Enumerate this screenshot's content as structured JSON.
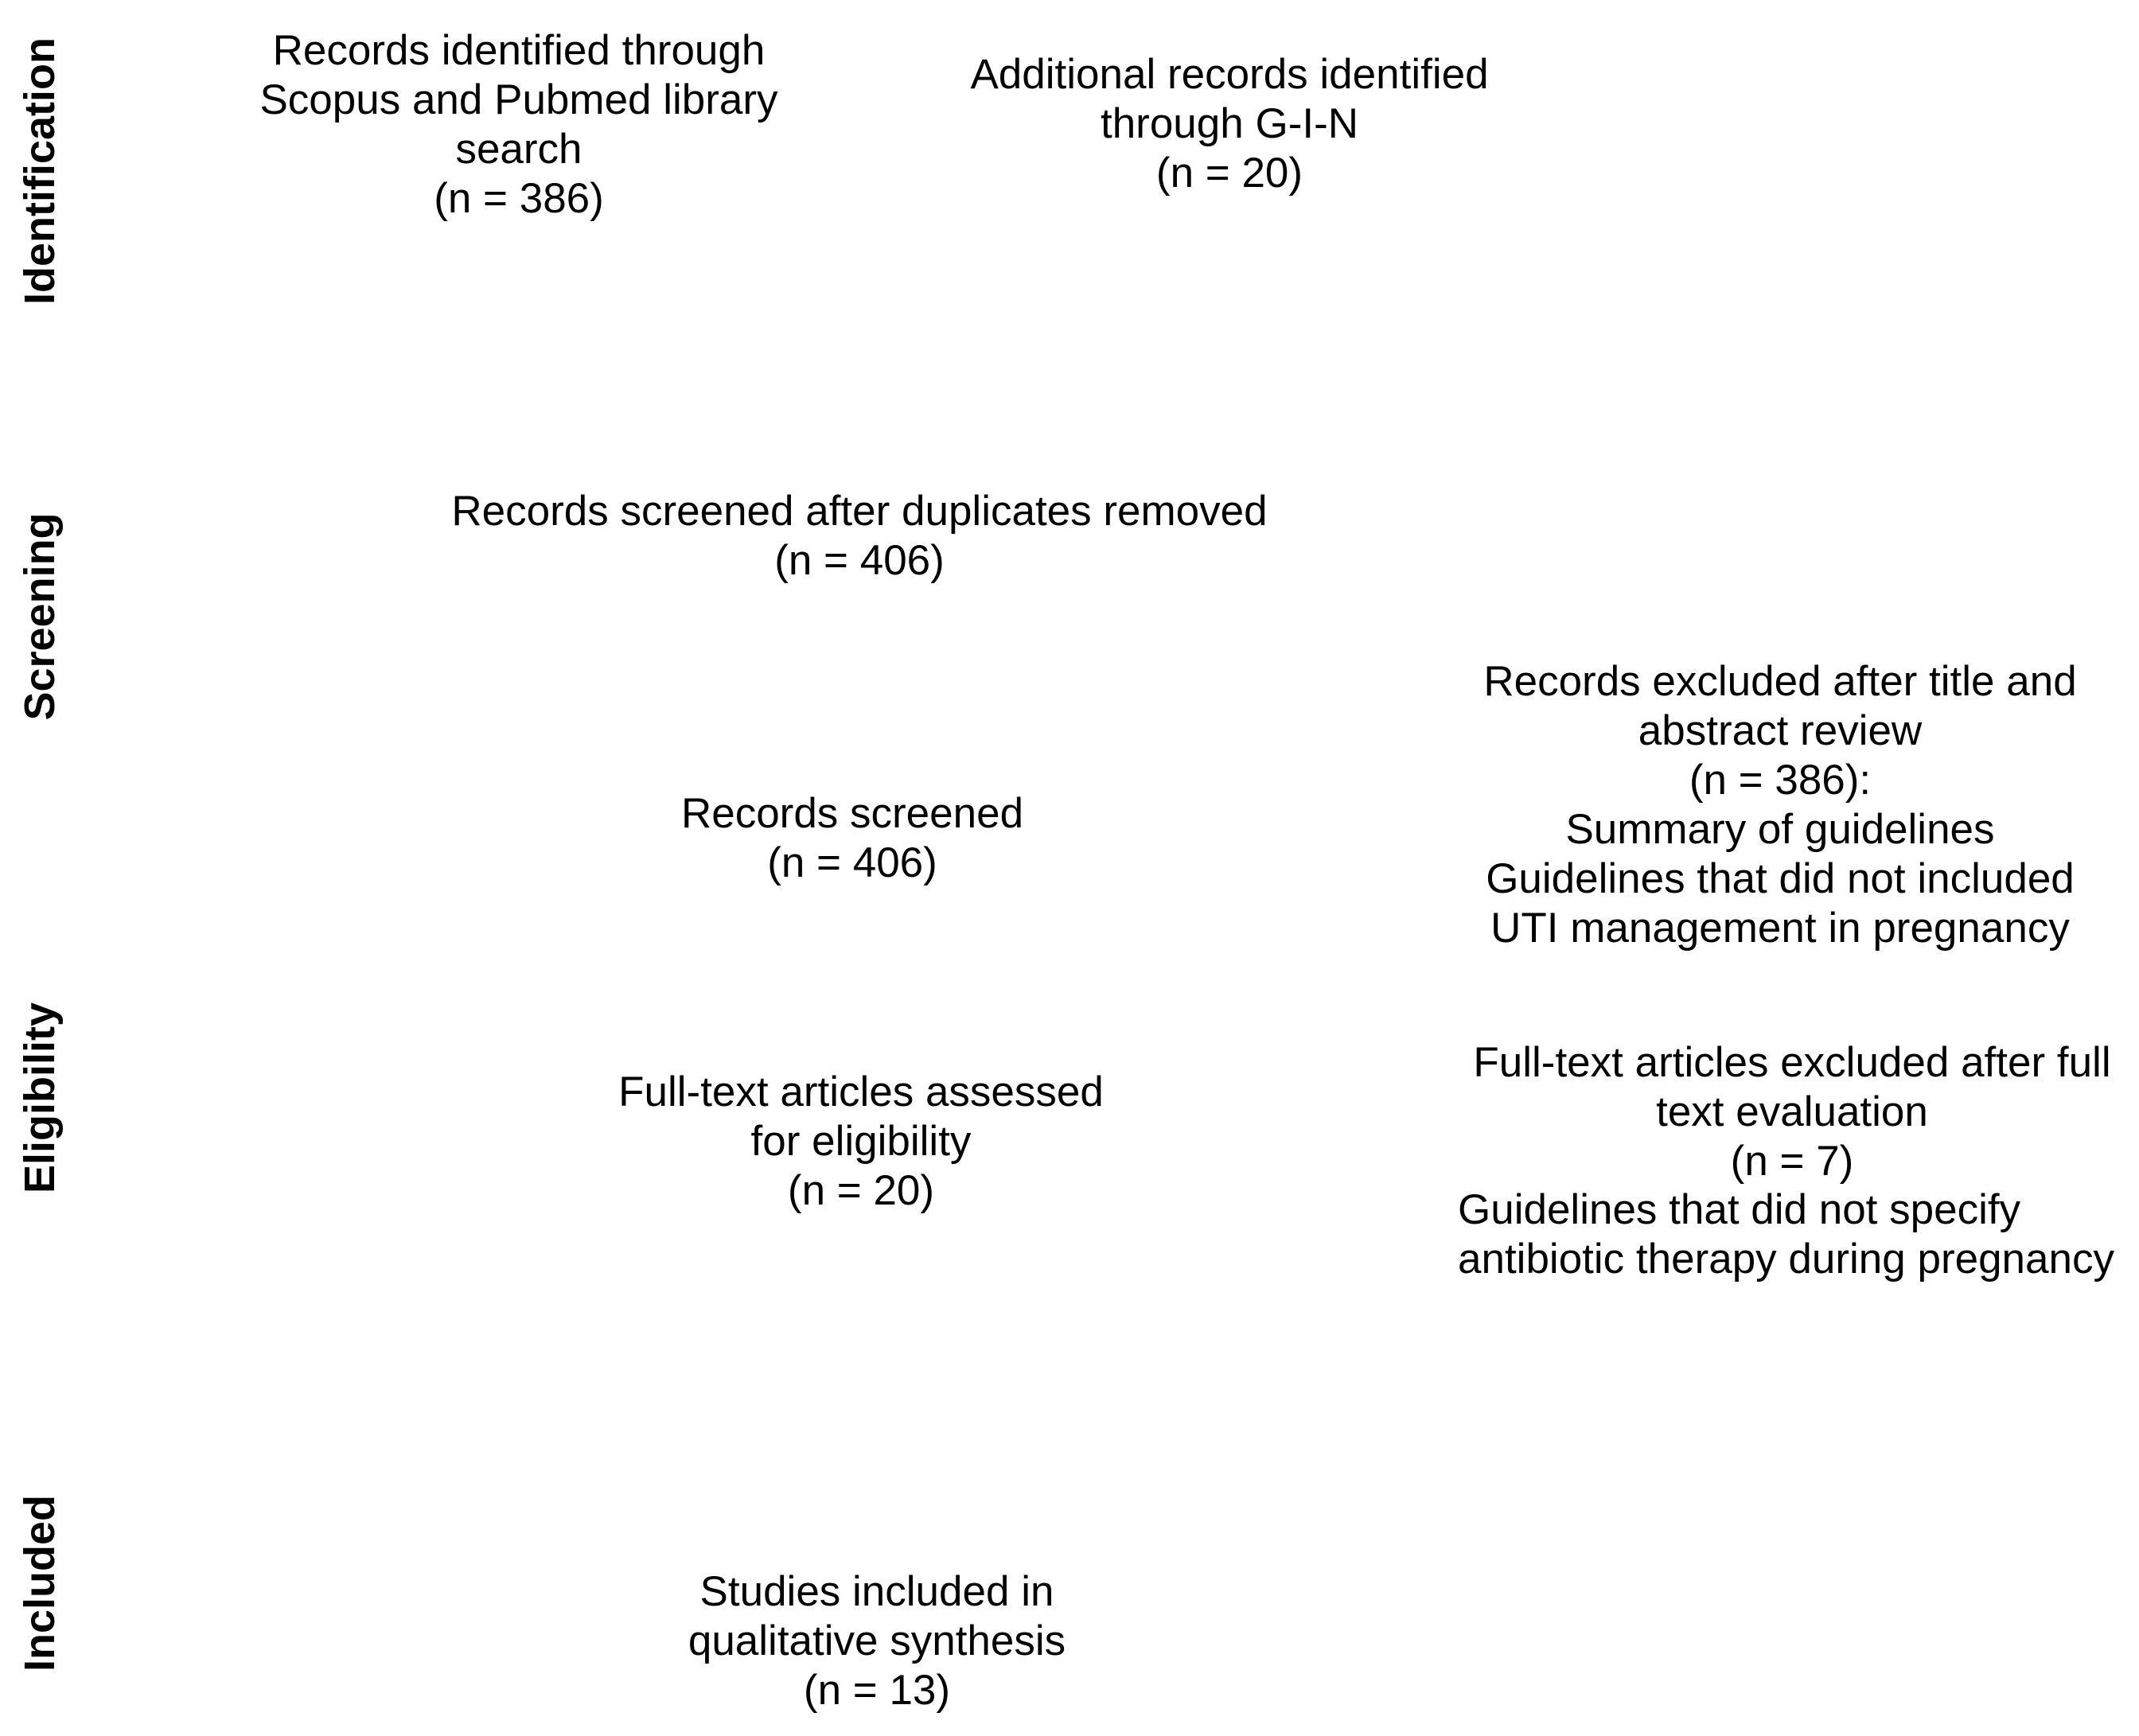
{
  "phases": {
    "identification": "Identification",
    "screening": "Screening",
    "eligibility": "Eligibility",
    "included": "Included"
  },
  "boxes": {
    "identified_db": {
      "lines": [
        "Records identified through",
        "Scopus and Pubmed library",
        "search",
        "(n = 386)"
      ]
    },
    "identified_additional": {
      "lines": [
        "Additional records identified",
        "through G-I-N",
        "(n = 20)"
      ]
    },
    "screened_dedup": {
      "lines": [
        "Records screened after duplicates removed",
        "(n = 406)"
      ]
    },
    "screened": {
      "lines": [
        "Records screened",
        "(n = 406)"
      ]
    },
    "excluded_title_abstract": {
      "lines": [
        "Records excluded after title and",
        "abstract review",
        "(n = 386):",
        "Summary of guidelines",
        "Guidelines that did not included",
        "UTI management in pregnancy"
      ]
    },
    "fulltext_assessed": {
      "lines": [
        "Full-text articles assessed",
        "for eligibility",
        "(n = 20)"
      ]
    },
    "fulltext_excluded": {
      "lines": [
        "Full-text articles excluded after full",
        "text evaluation",
        "(n = 7)"
      ],
      "extra_lines": [
        "Guidelines that did not specify",
        "antibiotic therapy during pregnancy"
      ]
    },
    "included": {
      "lines": [
        "Studies included in",
        "qualitative synthesis",
        "(n = 13)"
      ]
    }
  }
}
